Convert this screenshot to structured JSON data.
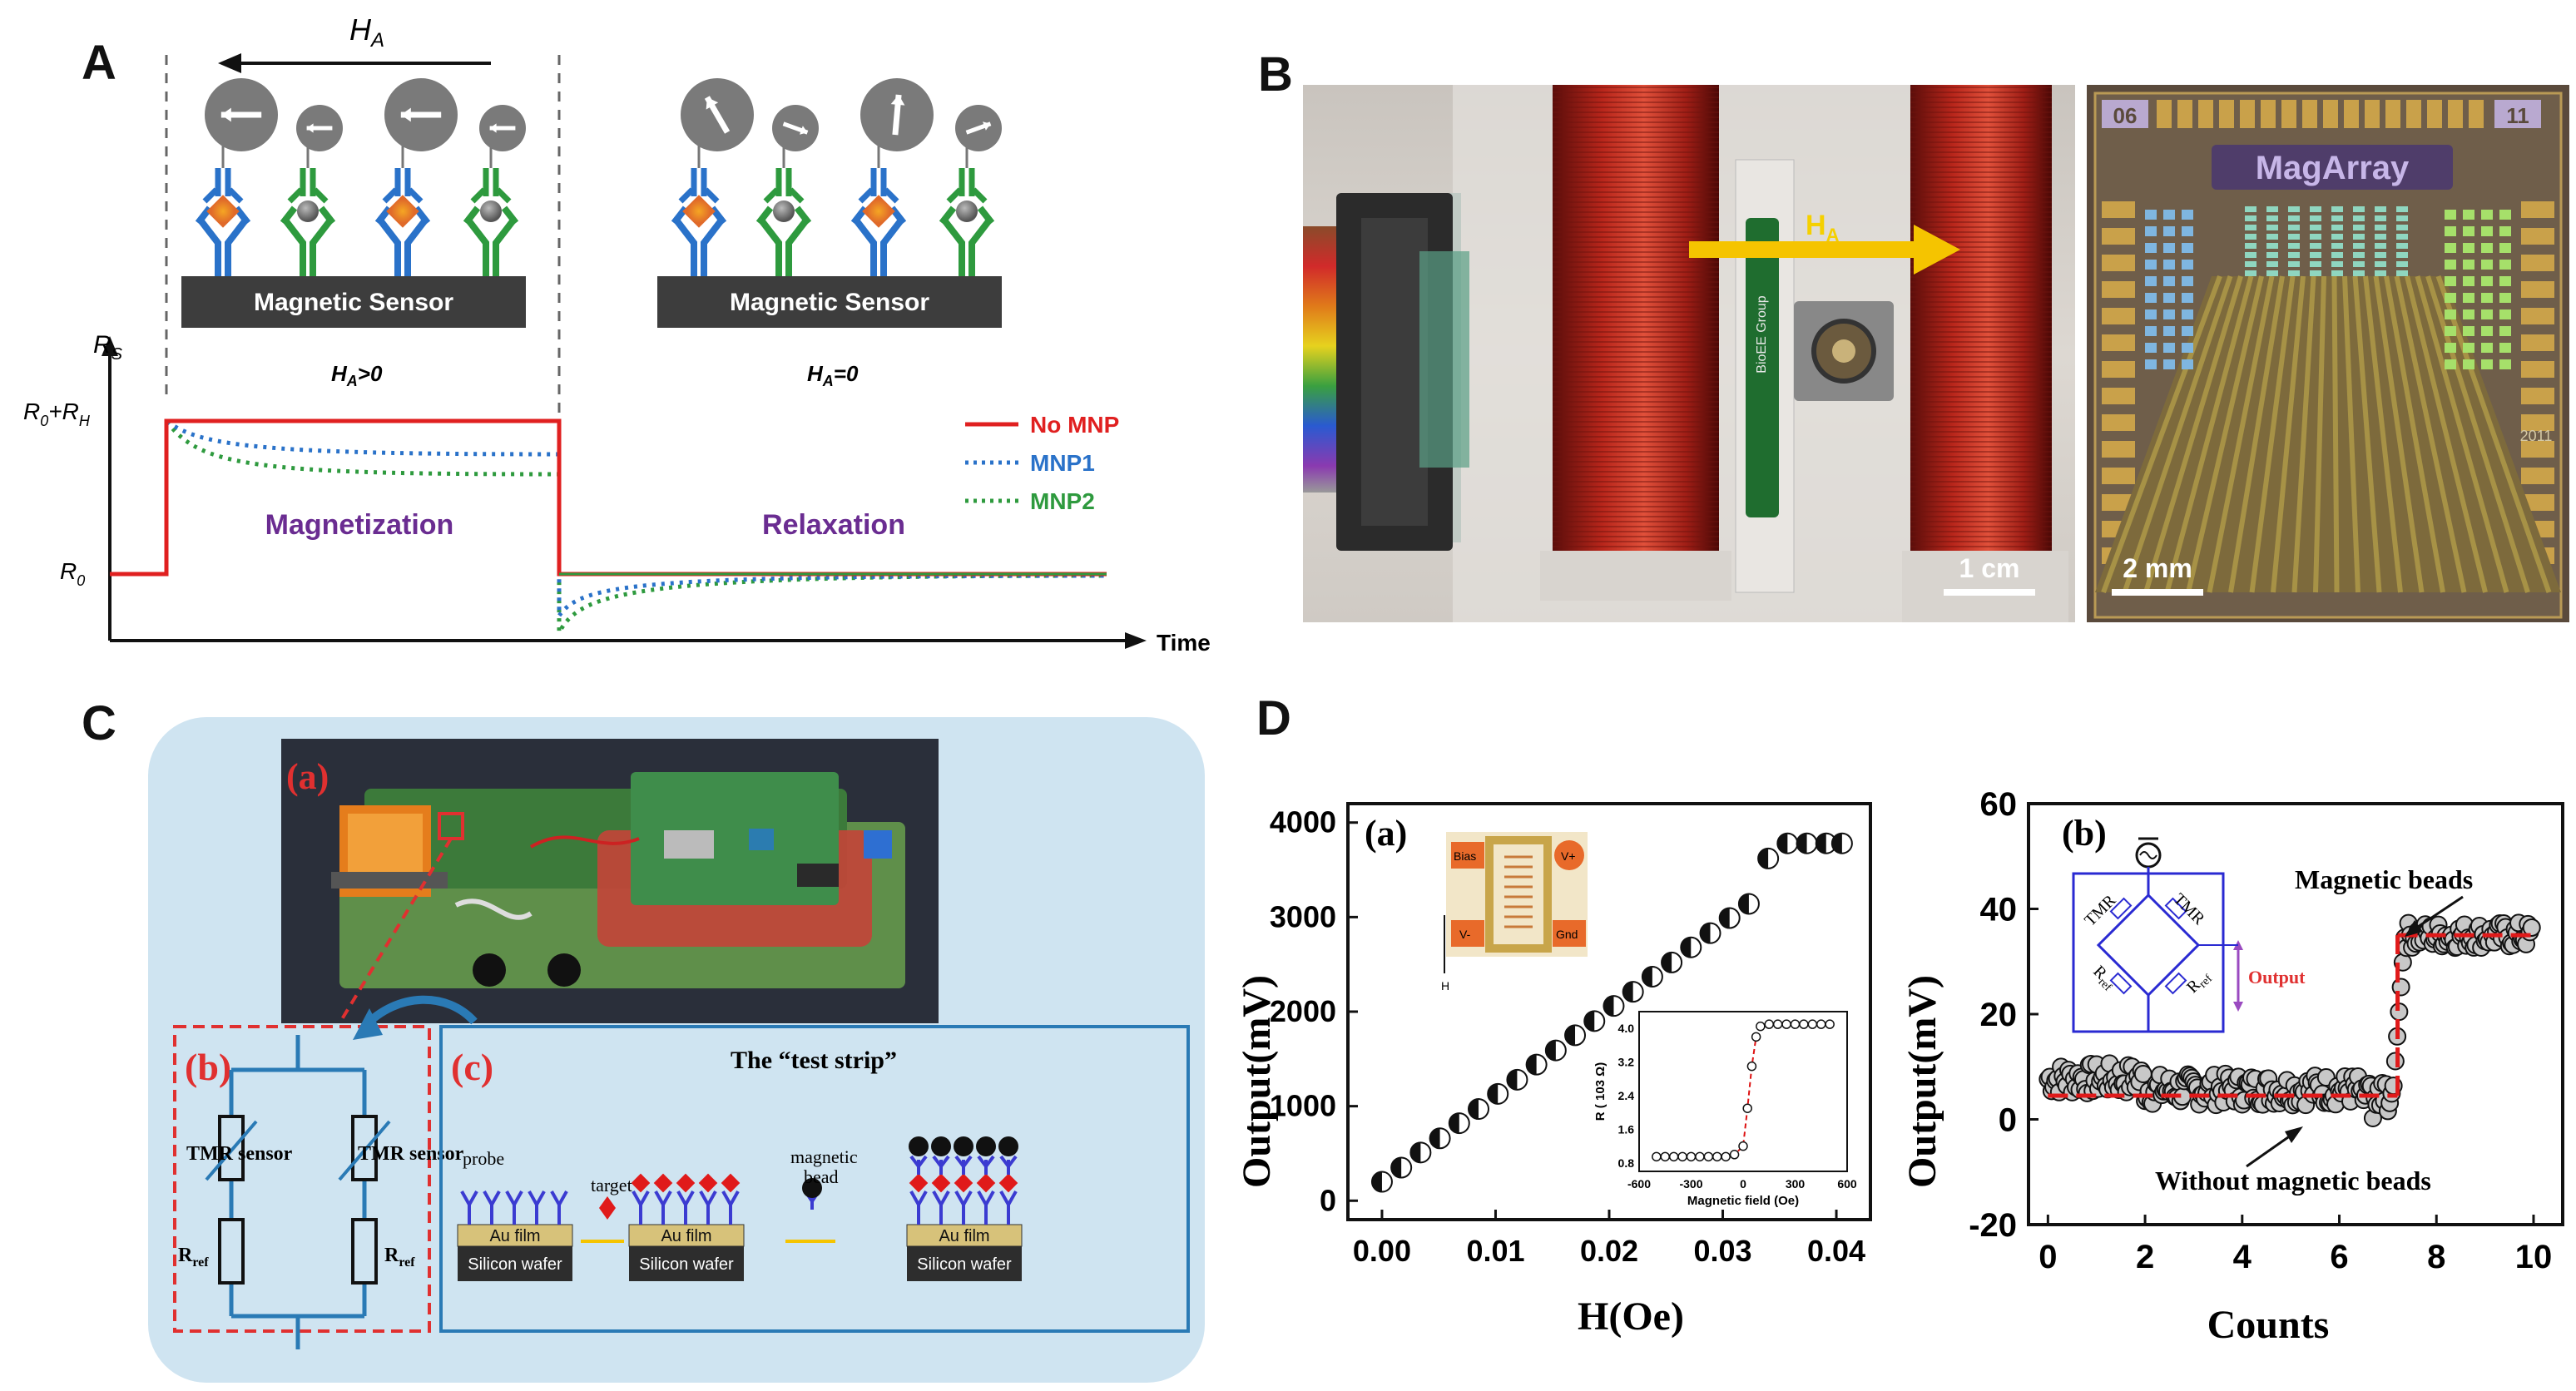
{
  "panels": {
    "A": "A",
    "B": "B",
    "C": "C",
    "D": "D"
  },
  "panel_a": {
    "field_label": "H",
    "field_sub": "A",
    "sensor_label": "Magnetic Sensor",
    "state_on": "H",
    "state_on_sub": "A",
    "state_on_rest": ">0",
    "state_off": "H",
    "state_off_sub": "A",
    "state_off_rest": "=0",
    "y_label": "R",
    "y_sub": "S",
    "y_tick_top_a": "R",
    "y_tick_top_a_sub": "0",
    "y_tick_top_b": "+R",
    "y_tick_top_b_sub": "H",
    "y_tick_base": "R",
    "y_tick_base_sub": "0",
    "x_label": "Time",
    "phase_1": "Magnetization",
    "phase_2": "Relaxation",
    "legend": [
      {
        "label": "No MNP",
        "color": "#e02020",
        "dash": "solid"
      },
      {
        "label": "MNP1",
        "color": "#2a72c9",
        "dash": "dotted"
      },
      {
        "label": "MNP2",
        "color": "#2e9a3e",
        "dash": "dotted"
      }
    ]
  },
  "panel_b": {
    "field_label": "H",
    "field_sub": "A",
    "scale_left": "1 cm",
    "scale_right": "2 mm",
    "chip_brand": "MagArray",
    "chip_num_left": "06",
    "chip_num_right": "11",
    "chip_year": "2011",
    "board_text": "BioEE Group"
  },
  "panel_c": {
    "sub_a": "(a)",
    "sub_b": "(b)",
    "sub_c": "(c)",
    "strip_title": "The “test strip”",
    "tmr_left": "TMR sensor",
    "tmr_right": "TMR sensor",
    "rref": "R",
    "rref_sub": "ref",
    "probe": "probe",
    "target": "target",
    "bead_1": "magnetic",
    "bead_2": "bead",
    "film": "Au film",
    "wafer": "Silicon wafer"
  },
  "panel_d_left": {
    "sub": "(a)",
    "ylabel": "Output(mV)",
    "xlabel": "H(Oe)",
    "inset_xlabel": "Magnetic field (Oe)",
    "inset_ylabel": "R ( 10",
    "inset_ylabel_sup": "3",
    "inset_ylabel_unit": "Ω)",
    "chip_labels": {
      "bias": "Bias",
      "vplus": "V+",
      "vminus": "V-",
      "gnd": "Gnd",
      "h": "H"
    }
  },
  "panel_d_right": {
    "sub": "(b)",
    "ylabel": "Output(mV)",
    "xlabel": "Counts",
    "ann_beads": "Magnetic beads",
    "ann_nobeads": "Without magnetic beads",
    "circuit_tmr": "TMR",
    "circuit_rref": "R",
    "circuit_rref_sub": "ref",
    "circuit_output": "Output"
  },
  "chart_data": [
    {
      "type": "scatter",
      "title": "",
      "xlabel": "H(Oe)",
      "ylabel": "Output(mV)",
      "xlim": [
        -0.003,
        0.043
      ],
      "ylim": [
        -200,
        4200
      ],
      "xticks": [
        0.0,
        0.01,
        0.02,
        0.03,
        0.04
      ],
      "yticks": [
        0,
        1000,
        2000,
        3000,
        4000
      ],
      "series": [
        {
          "x": [
            0.0,
            0.0017,
            0.0034,
            0.0051,
            0.0068,
            0.0085,
            0.0102,
            0.0119,
            0.0136,
            0.0153,
            0.017,
            0.0187,
            0.0204,
            0.0221,
            0.0238,
            0.0255,
            0.0272,
            0.0289,
            0.0306,
            0.0323,
            0.034,
            0.0357,
            0.0374,
            0.0391,
            0.0405
          ],
          "y": [
            200,
            350,
            510,
            660,
            820,
            970,
            1130,
            1280,
            1440,
            1590,
            1750,
            1900,
            2060,
            2210,
            2370,
            2520,
            2680,
            2830,
            2990,
            3140,
            3620,
            3780,
            3780,
            3780,
            3780
          ]
        }
      ]
    },
    {
      "type": "scatter",
      "title": "",
      "xlabel": "Magnetic field (Oe)",
      "ylabel": "R ( 10³Ω)",
      "xlim": [
        -600,
        600
      ],
      "ylim": [
        0.6,
        4.4
      ],
      "xticks": [
        -600,
        -300,
        0,
        300,
        600
      ],
      "yticks": [
        0.8,
        1.6,
        2.4,
        3.2,
        4.0
      ],
      "series": [
        {
          "x": [
            -500,
            -450,
            -400,
            -350,
            -300,
            -250,
            -200,
            -150,
            -100,
            -50,
            0,
            25,
            50,
            75,
            100,
            150,
            200,
            250,
            300,
            350,
            400,
            450,
            500
          ],
          "y": [
            0.95,
            0.95,
            0.95,
            0.95,
            0.95,
            0.95,
            0.95,
            0.95,
            0.95,
            1.0,
            1.2,
            2.1,
            3.1,
            3.8,
            4.05,
            4.1,
            4.1,
            4.1,
            4.1,
            4.1,
            4.1,
            4.1,
            4.1
          ]
        }
      ]
    },
    {
      "type": "scatter",
      "title": "",
      "xlabel": "Counts",
      "ylabel": "Output(mV)",
      "xlim": [
        -0.4,
        10.6
      ],
      "ylim": [
        -20,
        60
      ],
      "xticks": [
        0,
        2,
        4,
        6,
        8,
        10
      ],
      "yticks": [
        -20,
        0,
        20,
        40,
        60
      ],
      "baseline_low": 4.5,
      "baseline_high": 35,
      "step_at": 7.2,
      "noise_low": 3,
      "noise_high": 2.5
    }
  ]
}
